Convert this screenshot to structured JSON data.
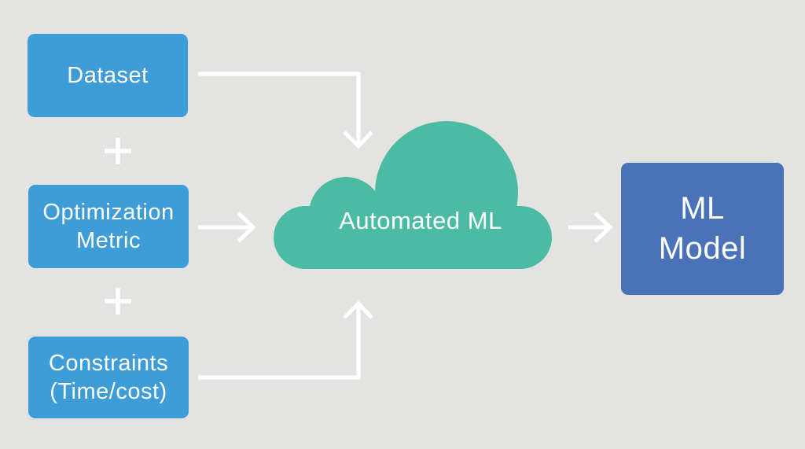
{
  "diagram": {
    "background_color": "#E3E3E1",
    "arrow_color": "#FFFFFF",
    "operator_color": "#FFFFFF",
    "nodes": {
      "dataset": {
        "label": "Dataset",
        "type": "input-box",
        "color": "#3E9DD7",
        "text_color": "#FFFFFF"
      },
      "optimization_metric": {
        "label": "Optimization\nMetric",
        "type": "input-box",
        "color": "#3E9DD7",
        "text_color": "#FFFFFF"
      },
      "constraints": {
        "label": "Constraints\n(Time/cost)",
        "type": "input-box",
        "color": "#3E9DD7",
        "text_color": "#FFFFFF"
      },
      "automated_ml": {
        "label": "Automated ML",
        "type": "cloud",
        "color": "#4CBBA3",
        "text_color": "#FFFFFF"
      },
      "ml_model": {
        "label": "ML\nModel",
        "type": "output-box",
        "color": "#4A72B8",
        "text_color": "#FFFFFF"
      }
    },
    "operators": [
      {
        "symbol": "+",
        "between": [
          "dataset",
          "optimization_metric"
        ]
      },
      {
        "symbol": "+",
        "between": [
          "optimization_metric",
          "constraints"
        ]
      }
    ],
    "connections": [
      {
        "from": "dataset",
        "to": "automated_ml",
        "style": "elbow-right-then-down"
      },
      {
        "from": "optimization_metric",
        "to": "automated_ml",
        "style": "straight-right"
      },
      {
        "from": "constraints",
        "to": "automated_ml",
        "style": "elbow-right-then-up"
      },
      {
        "from": "automated_ml",
        "to": "ml_model",
        "style": "straight-right"
      }
    ]
  }
}
